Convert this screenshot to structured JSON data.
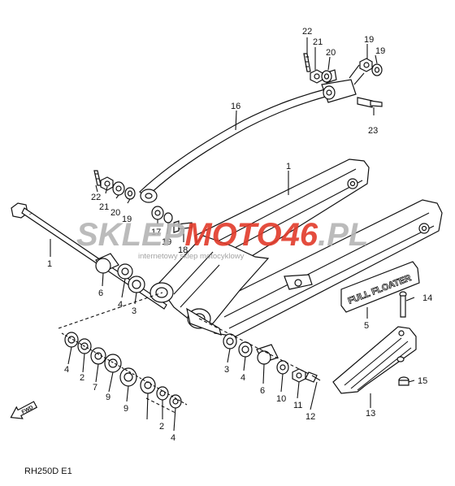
{
  "watermark": {
    "brand_left": "SKLEP",
    "brand_mid": "MOTO",
    "brand_right": "46",
    "brand_tld": ".PL",
    "tagline": "internetowy sklep motocyklowy",
    "colors": {
      "grey": "#b4b4b4",
      "red": "#e23a2a"
    }
  },
  "diagram_code": "RH250D  E1",
  "fwd_label": "FWD",
  "decal_text": "FULL FLOATER",
  "callouts": [
    {
      "id": "c-22a",
      "text": "22"
    },
    {
      "id": "c-21a",
      "text": "21"
    },
    {
      "id": "c-20a",
      "text": "20"
    },
    {
      "id": "c-19a",
      "text": "19"
    },
    {
      "id": "c-19b",
      "text": "19"
    },
    {
      "id": "c-23",
      "text": "23"
    },
    {
      "id": "c-16",
      "text": "16"
    },
    {
      "id": "c-1a",
      "text": "1"
    },
    {
      "id": "c-22b",
      "text": "22"
    },
    {
      "id": "c-21b",
      "text": "21"
    },
    {
      "id": "c-20b",
      "text": "20"
    },
    {
      "id": "c-19c",
      "text": "19"
    },
    {
      "id": "c-17",
      "text": "17"
    },
    {
      "id": "c-19d",
      "text": "19"
    },
    {
      "id": "c-18",
      "text": "18"
    },
    {
      "id": "c-1b",
      "text": "1"
    },
    {
      "id": "c-6a",
      "text": "6"
    },
    {
      "id": "c-4a",
      "text": "4"
    },
    {
      "id": "c-3a",
      "text": "3"
    },
    {
      "id": "c-14",
      "text": "14"
    },
    {
      "id": "c-5",
      "text": "5"
    },
    {
      "id": "c-4b",
      "text": "4"
    },
    {
      "id": "c-2a",
      "text": "2"
    },
    {
      "id": "c-7",
      "text": "7"
    },
    {
      "id": "c-9a",
      "text": "9"
    },
    {
      "id": "c-9b",
      "text": "9"
    },
    {
      "id": "c-2b",
      "text": "2"
    },
    {
      "id": "c-4c",
      "text": "4"
    },
    {
      "id": "c-3b",
      "text": "3"
    },
    {
      "id": "c-4d",
      "text": "4"
    },
    {
      "id": "c-6b",
      "text": "6"
    },
    {
      "id": "c-10",
      "text": "10"
    },
    {
      "id": "c-11",
      "text": "11"
    },
    {
      "id": "c-12",
      "text": "12"
    },
    {
      "id": "c-15",
      "text": "15"
    },
    {
      "id": "c-13",
      "text": "13"
    }
  ]
}
